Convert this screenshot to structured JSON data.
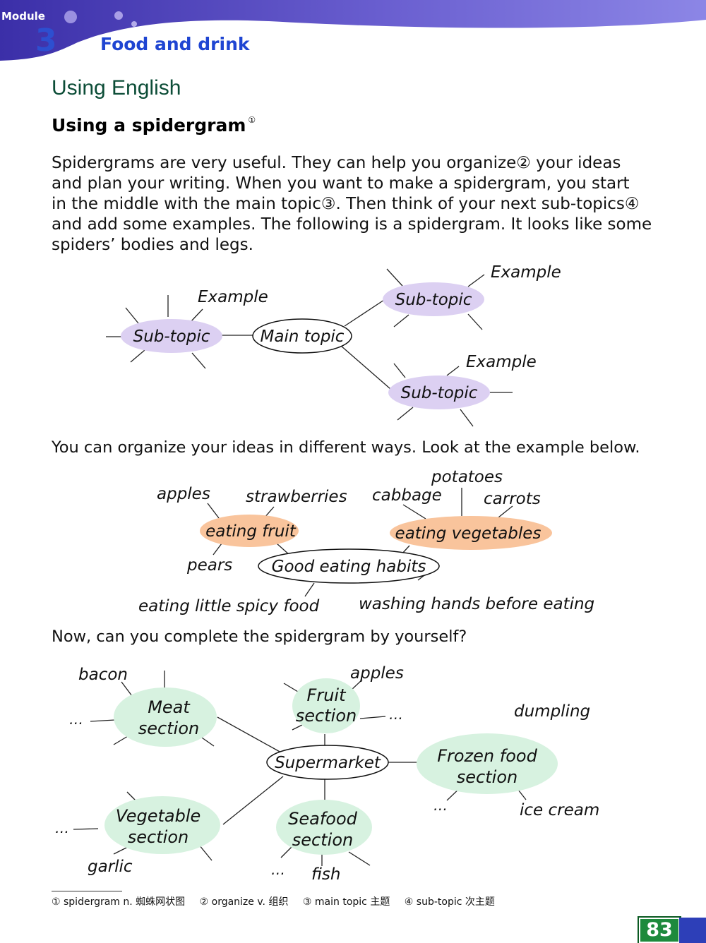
{
  "header": {
    "module_label": "Module",
    "module_number": "3",
    "module_title": "Food and drink"
  },
  "section_title": "Using English",
  "subsection_title": "Using a spidergram",
  "subsection_marker": "①",
  "intro_lines": [
    "Spidergrams are very useful. They can help you organize② your ideas",
    "and plan your writing. When you want to make a spidergram, you start",
    "in the middle with the main topic③. Then think of your next sub-topics④",
    "and add some examples. The following is a spidergram. It looks like some",
    "spiders’ bodies and legs."
  ],
  "diagram1": {
    "main": "Main topic",
    "sub_a": "Sub-topic",
    "sub_b": "Sub-topic",
    "sub_c": "Sub-topic",
    "example_a": "Example",
    "example_b": "Example",
    "example_c": "Example"
  },
  "organize_text": "You can organize your ideas in different ways. Look at the example below.",
  "diagram2": {
    "center": "Good eating habits",
    "fruit": "eating fruit",
    "vegetables": "eating vegetables",
    "apples": "apples",
    "strawberries": "strawberries",
    "pears": "pears",
    "potatoes": "potatoes",
    "cabbage": "cabbage",
    "carrots": "carrots",
    "spicy": "eating little spicy food",
    "washing": "washing hands before eating"
  },
  "complete_text": "Now, can you complete the spidergram by yourself?",
  "diagram3": {
    "center": "Supermarket",
    "meat_1": "Meat",
    "meat_2": "section",
    "fruit_1": "Fruit",
    "fruit_2": "section",
    "frozen_1": "Frozen food",
    "frozen_2": "section",
    "veg_1": "Vegetable",
    "veg_2": "section",
    "seafood_1": "Seafood",
    "seafood_2": "section",
    "bacon": "bacon",
    "apples": "apples",
    "dumpling": "dumpling",
    "ice_cream": "ice cream",
    "garlic": "garlic",
    "fish": "fish",
    "ellipsis": "…"
  },
  "footnotes": [
    "① spidergram  n.  蜘蛛网状图",
    "② organize  v.  组织",
    "③ main topic  主题",
    "④ sub-topic  次主题"
  ],
  "page_number": "83",
  "colors": {
    "banner": "#4a3fb5",
    "title_blue": "#1f45d2",
    "heading_green": "#0c4d37",
    "subtopic_purple": "#dcd0f2",
    "habit_orange": "#f9c49c",
    "section_green": "#d7f2e0",
    "page_green": "#1d8a3c"
  }
}
